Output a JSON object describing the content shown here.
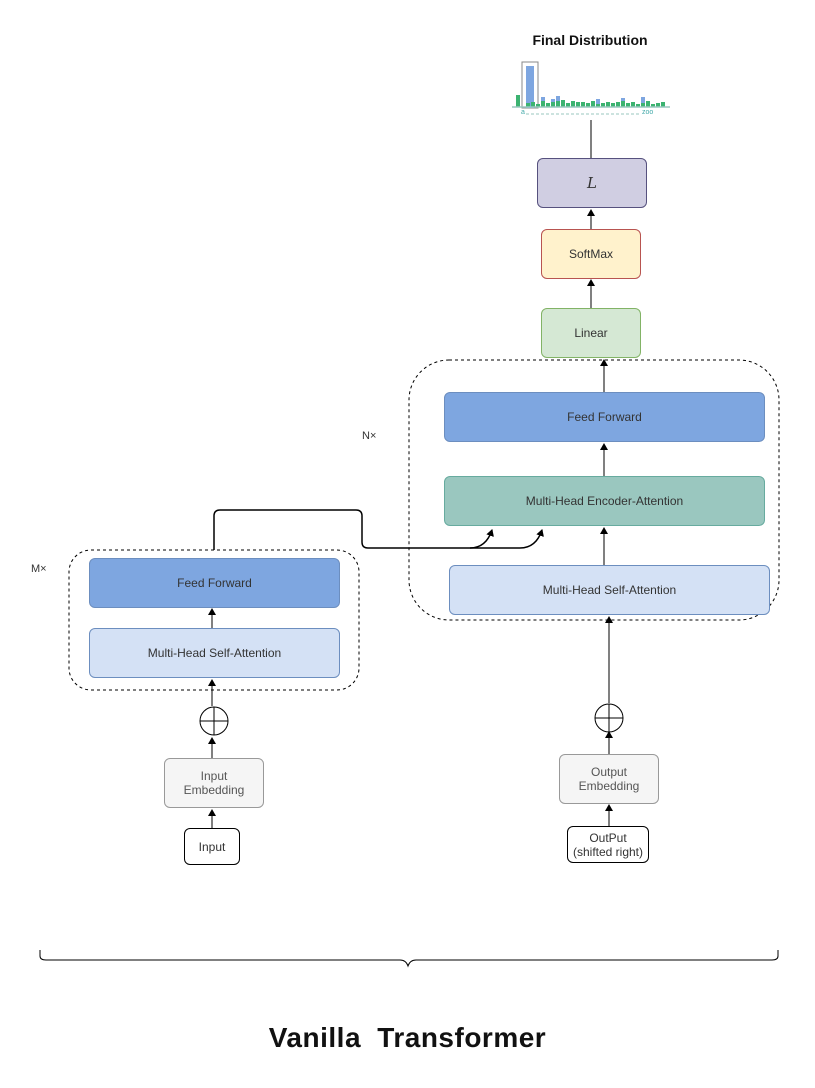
{
  "title": "Vanilla  Transformer",
  "final_distribution": {
    "title": "Final Distribution",
    "axis_start": "a",
    "axis_end": "zoo"
  },
  "encoder": {
    "repeat_label": "M×",
    "feed_forward": "Feed Forward",
    "self_attention": "Multi-Head Self-Attention",
    "embedding": "Input\nEmbedding",
    "input": "Input"
  },
  "decoder": {
    "repeat_label": "N×",
    "feed_forward": "Feed Forward",
    "encoder_attention": "Multi-Head Encoder-Attention",
    "self_attention": "Multi-Head Self-Attention",
    "embedding": "Output\nEmbedding",
    "input": "OutPut\n(shifted right)"
  },
  "head": {
    "linear": "Linear",
    "softmax": "SoftMax",
    "loss": "L"
  },
  "colors": {
    "feed_forward": "#7ea6e0",
    "self_attention": "#d4e1f5",
    "encoder_attention": "#9ac7bf",
    "linear": "#d5e8d4",
    "softmax": "#fff2cc",
    "loss": "#d0cee2",
    "embedding": "#f5f5f5"
  }
}
